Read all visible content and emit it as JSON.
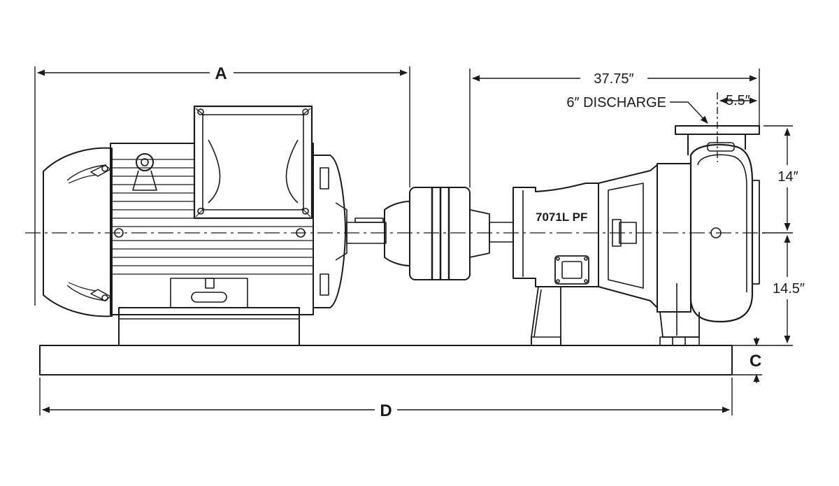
{
  "dimensions": {
    "a": "A",
    "c": "C",
    "d": "D",
    "pump_length": "37.75″",
    "discharge_offset": "5.5″",
    "discharge_height": "14″",
    "shaft_height": "14.5″"
  },
  "labels": {
    "discharge": "6″ DISCHARGE",
    "model": "7071L PF"
  }
}
